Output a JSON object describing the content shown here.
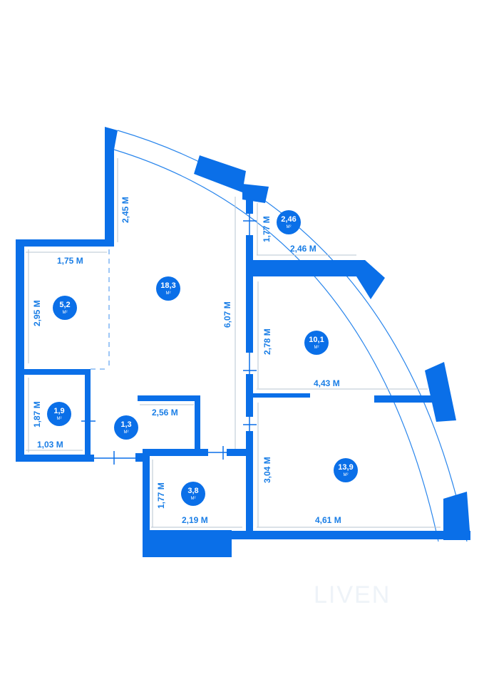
{
  "colors": {
    "wall": "#0a6fe8",
    "dim": "#1a7ee6",
    "window": "#2a86ec",
    "badge": "#0a6fe8",
    "dashed": "#6aa9f0"
  },
  "unit": "М²",
  "rooms": [
    {
      "id": "living",
      "area": "18,3"
    },
    {
      "id": "small-left",
      "area": "5,2"
    },
    {
      "id": "bath-left",
      "area": "1,9"
    },
    {
      "id": "hall",
      "area": "1,3"
    },
    {
      "id": "bath-bottom",
      "area": "3,8"
    },
    {
      "id": "balcony",
      "area": "2,46"
    },
    {
      "id": "bedroom-1",
      "area": "10,1"
    },
    {
      "id": "bedroom-2",
      "area": "13,9"
    }
  ],
  "dimensions": {
    "d_2_45": "2,45 М",
    "d_1_75": "1,75 М",
    "d_2_95": "2,95 М",
    "d_6_07": "6,07 М",
    "d_1_87": "1,87 М",
    "d_1_03": "1,03 М",
    "d_2_56": "2,56 М",
    "d_1_77a": "1,77 М",
    "d_2_19": "2,19 М",
    "d_1_77b": "1,77 М",
    "d_2_46": "2,46 М",
    "d_2_78": "2,78 М",
    "d_4_43": "4,43 М",
    "d_3_04": "3,04 М",
    "d_4_61": "4,61 М"
  },
  "watermark": "LIVEN"
}
